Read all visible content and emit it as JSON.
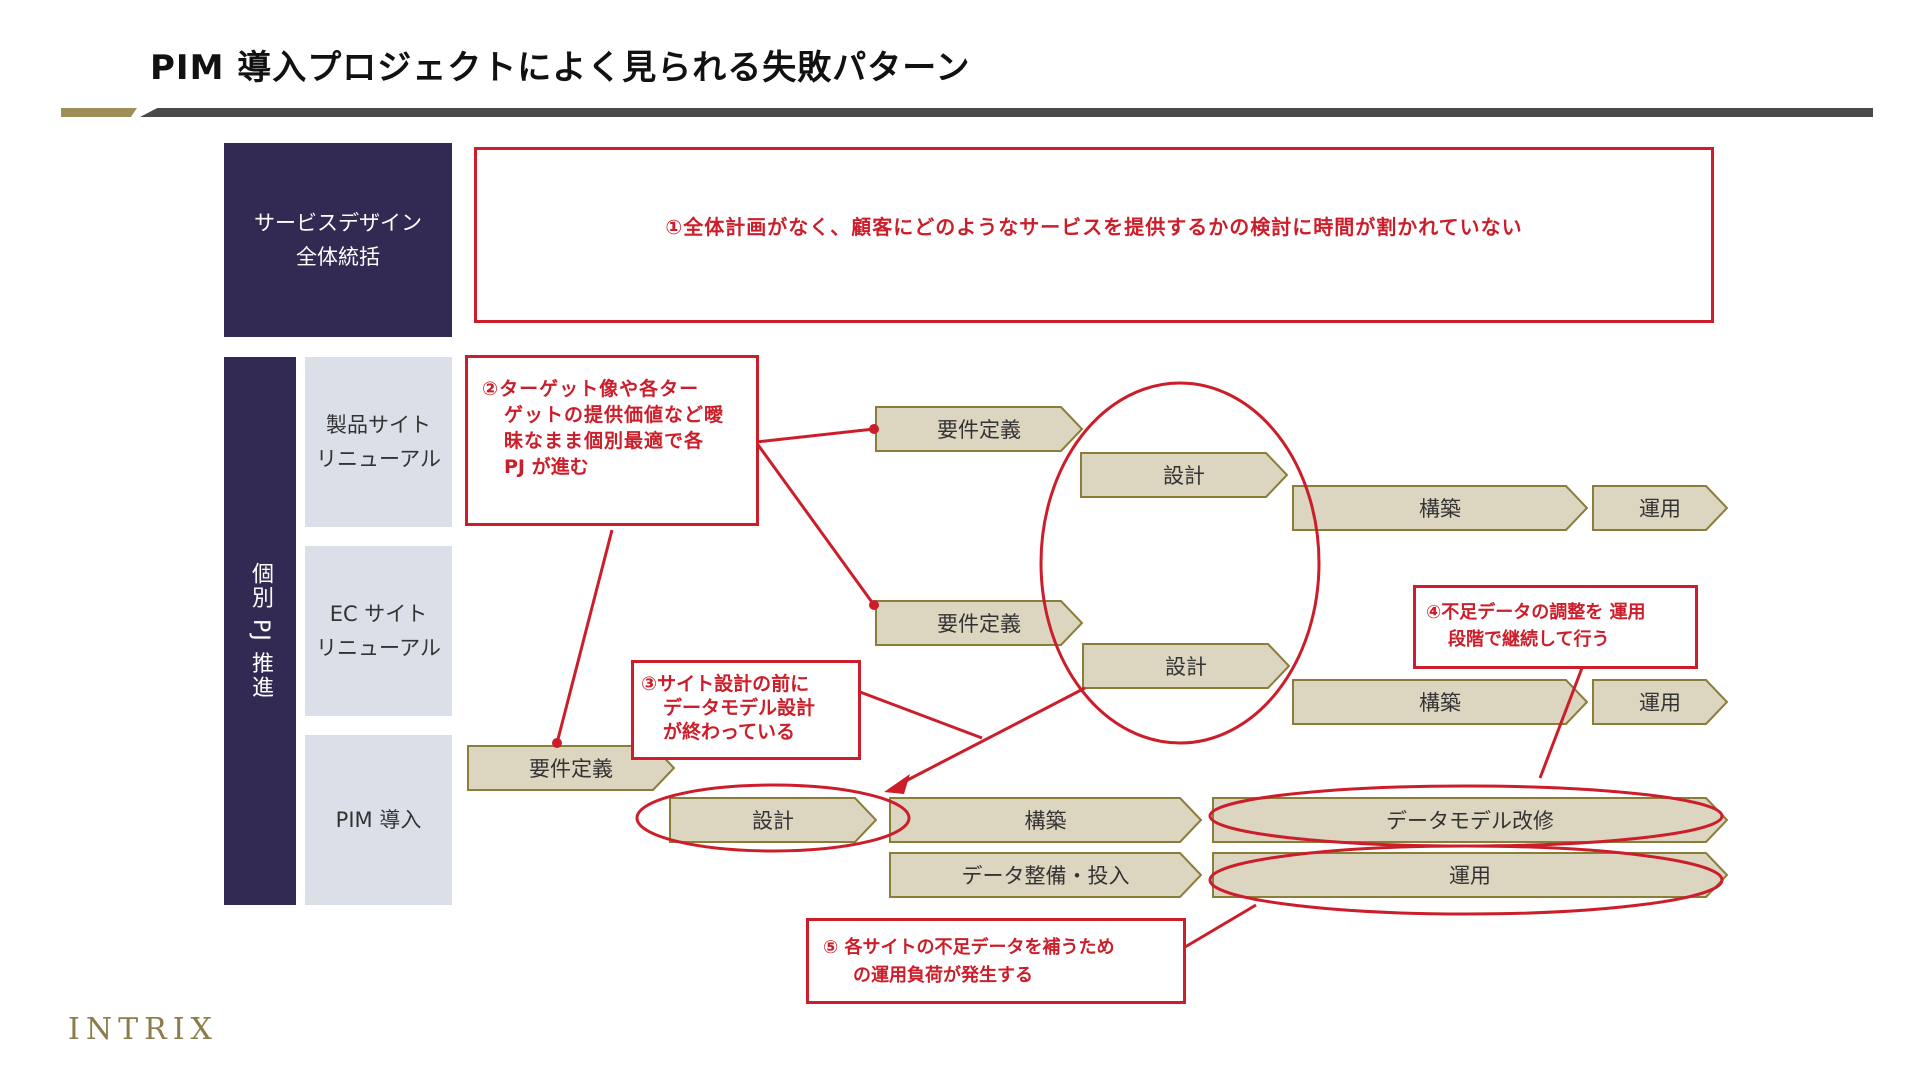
{
  "title": "PIM 導入プロジェクトによく見られる失敗パターン",
  "rows": {
    "service_design_line1": "サービスデザイン",
    "service_design_line2": "全体統括",
    "individual_pj": "個別 PJ 推進",
    "product_site_line1": "製品サイト",
    "product_site_line2": "リニューアル",
    "ec_site_line1": "EC サイト",
    "ec_site_line2": "リニューアル",
    "pim": "PIM 導入"
  },
  "steps": {
    "p_req": "要件定義",
    "p_design": "設計",
    "p_build": "構築",
    "p_ops": "運用",
    "e_req": "要件定義",
    "e_design": "設計",
    "e_build": "構築",
    "e_ops": "運用",
    "m_req": "要件定義",
    "m_design": "設計",
    "m_build": "構築",
    "m_remodel": "データモデル改修",
    "m_data": "データ整備・投入",
    "m_ops": "運用"
  },
  "callouts": {
    "c1": "①全体計画がなく、顧客にどのようなサービスを提供するかの検討に時間が割かれていない",
    "c2_line1": "②ターゲット像や各ター",
    "c2_line2": "ゲットの提供価値など曖",
    "c2_line3": "昧なまま個別最適で各",
    "c2_line4": "PJ が進む",
    "c3_line1": "③サイト設計の前に",
    "c3_line2": "データモデル設計",
    "c3_line3": "が終わっている",
    "c4_line1": "④不足データの調整を 運用",
    "c4_line2": "段階で継続して行う",
    "c5_line1": "⑤ 各サイトの不足データを補うため",
    "c5_line2": "の運用負荷が発生する"
  },
  "logo": "INTRIX",
  "colors": {
    "navy": "#322a52",
    "gray_cell": "#dbdfe8",
    "step_fill": "#dcd5c0",
    "step_border": "#8a7d3a",
    "accent_red": "#cc1e2a",
    "gold": "#9e8f58"
  }
}
